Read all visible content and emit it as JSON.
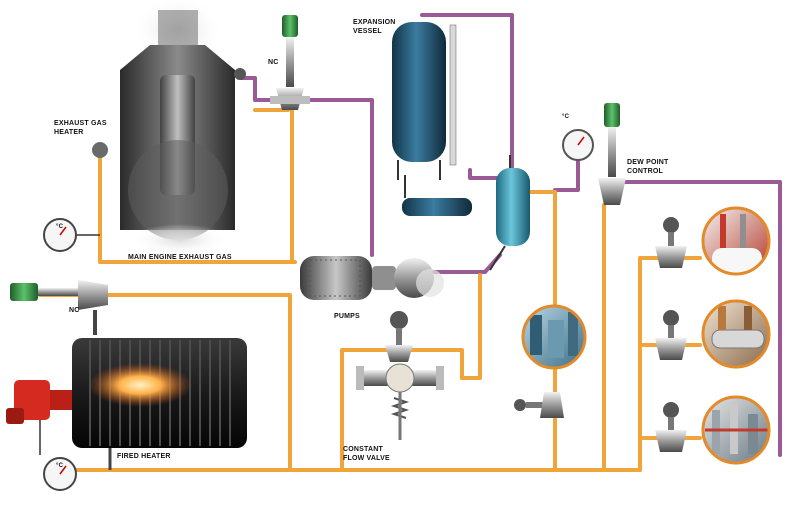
{
  "labels": {
    "exhaust_gas_heater_line1": "EXHAUST GAS",
    "exhaust_gas_heater_line2": "HEATER",
    "main_engine_exhaust_gas": "MAIN ENGINE EXHAUST GAS",
    "nc_top": "NC",
    "nc_left": "NC",
    "expansion_vessel_line1": "EXPANSION",
    "expansion_vessel_line2": "VESSEL",
    "dew_point_control_line1": "DEW POINT",
    "dew_point_control_line2": "CONTROL",
    "pumps": "PUMPS",
    "constant_flow_valve_line1": "CONSTANT",
    "constant_flow_valve_line2": "FLOW VALVE",
    "fired_heater": "FIRED HEATER",
    "gauge_unit": "°C"
  },
  "colors": {
    "hot_line": "#f0a43a",
    "return_line": "#9a5a96",
    "vessel_blue": "#1e4f6b",
    "separator_teal": "#3aa0b8",
    "actuator_green": "#2f8a3e",
    "burner_red": "#d42a20",
    "circle_border": "#e38a2a"
  }
}
